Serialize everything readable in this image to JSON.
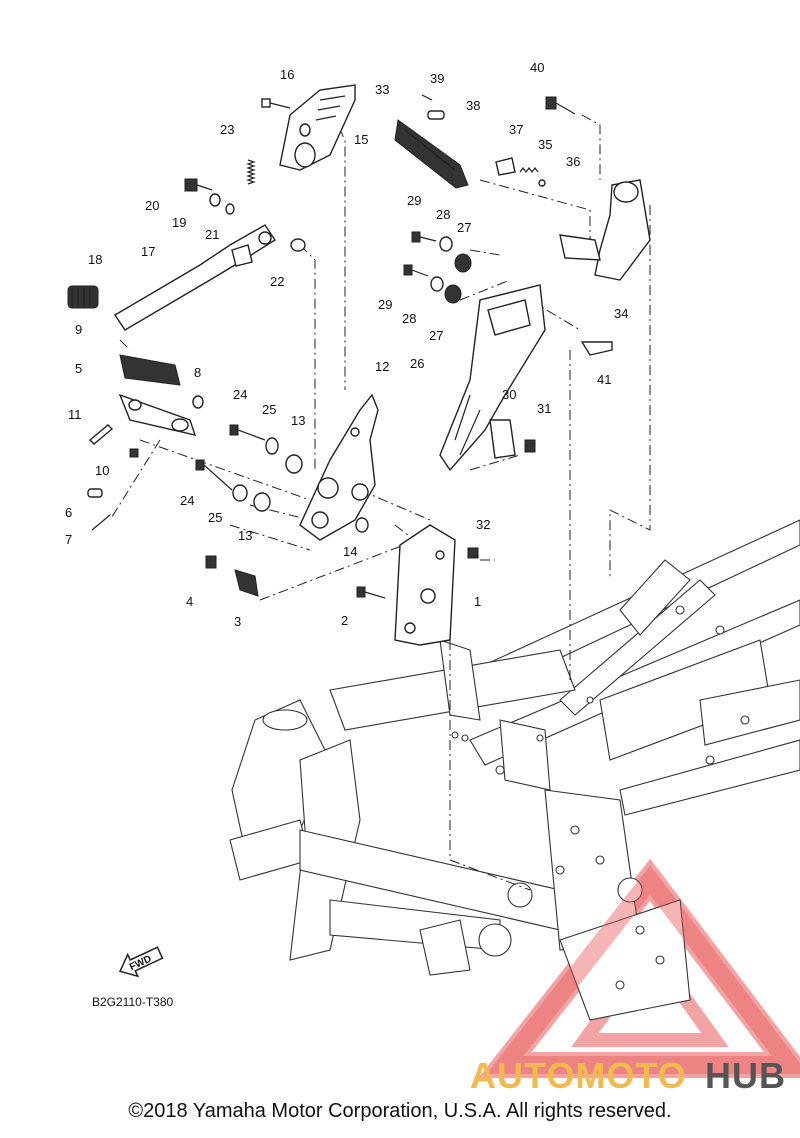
{
  "diagram": {
    "reference_code": "B2G2110-T380",
    "fwd_label": "FWD",
    "copyright": "©2018 Yamaha Motor Corporation, U.S.A. All rights reserved.",
    "watermark": {
      "part1": "AUTOMOTO",
      "part2": "HUB",
      "color_primary": "#f2b94b",
      "color_secondary": "#555555",
      "triangle_color": "#e85a5a"
    },
    "callouts": [
      "1",
      "2",
      "3",
      "4",
      "5",
      "6",
      "7",
      "8",
      "9",
      "10",
      "11",
      "12",
      "13",
      "13",
      "14",
      "15",
      "16",
      "17",
      "18",
      "19",
      "20",
      "21",
      "22",
      "23",
      "24",
      "24",
      "25",
      "25",
      "26",
      "27",
      "27",
      "28",
      "28",
      "29",
      "29",
      "30",
      "31",
      "32",
      "33",
      "34",
      "35",
      "36",
      "37",
      "38",
      "39",
      "40",
      "41"
    ]
  }
}
